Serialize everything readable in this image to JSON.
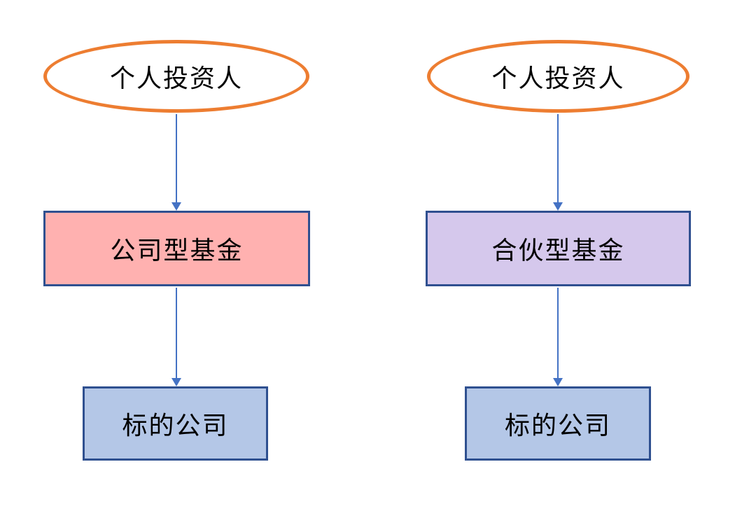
{
  "diagram": {
    "description": "Two-column fund structure flowchart",
    "colors": {
      "background": "#FFFFFF",
      "ellipse_border": "#ED7D31",
      "rect_border": "#2F5090",
      "arrow": "#4472C4",
      "company_fund_fill": "#FFB1B0",
      "partnership_fund_fill": "#D5C8EC",
      "target_company_fill": "#B4C7E7",
      "text": "#000000"
    },
    "columns": [
      {
        "investor": "个人投资人",
        "fund": "公司型基金",
        "target": "标的公司"
      },
      {
        "investor": "个人投资人",
        "fund": "合伙型基金",
        "target": "标的公司"
      }
    ]
  }
}
